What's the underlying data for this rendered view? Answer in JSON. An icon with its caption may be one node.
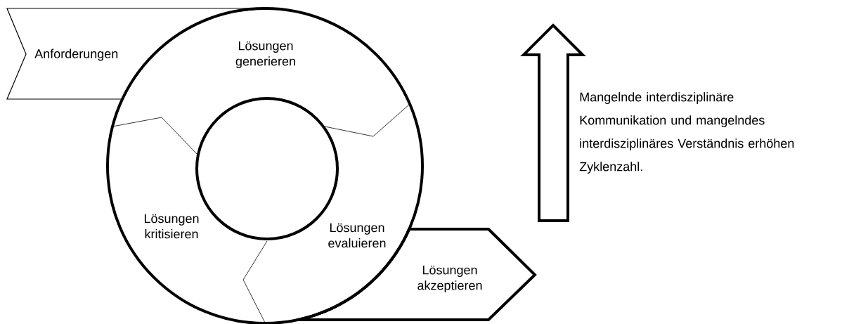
{
  "diagram": {
    "nodes": [
      {
        "text": [
          "Anforderungen"
        ]
      },
      {
        "text": [
          "Lösungen generieren"
        ]
      },
      {
        "text": [
          "Lösungen kritisieren"
        ]
      },
      {
        "text": [
          "Lösungen evaluieren"
        ]
      },
      {
        "text": [
          "Lösungen akzeptieren"
        ]
      }
    ],
    "labels": [
      "Mangelnde interdisziplinäre Kommunikation und mangelndes interdisziplinäres Verständnis erhöhen Zyklenzahl."
    ]
  }
}
